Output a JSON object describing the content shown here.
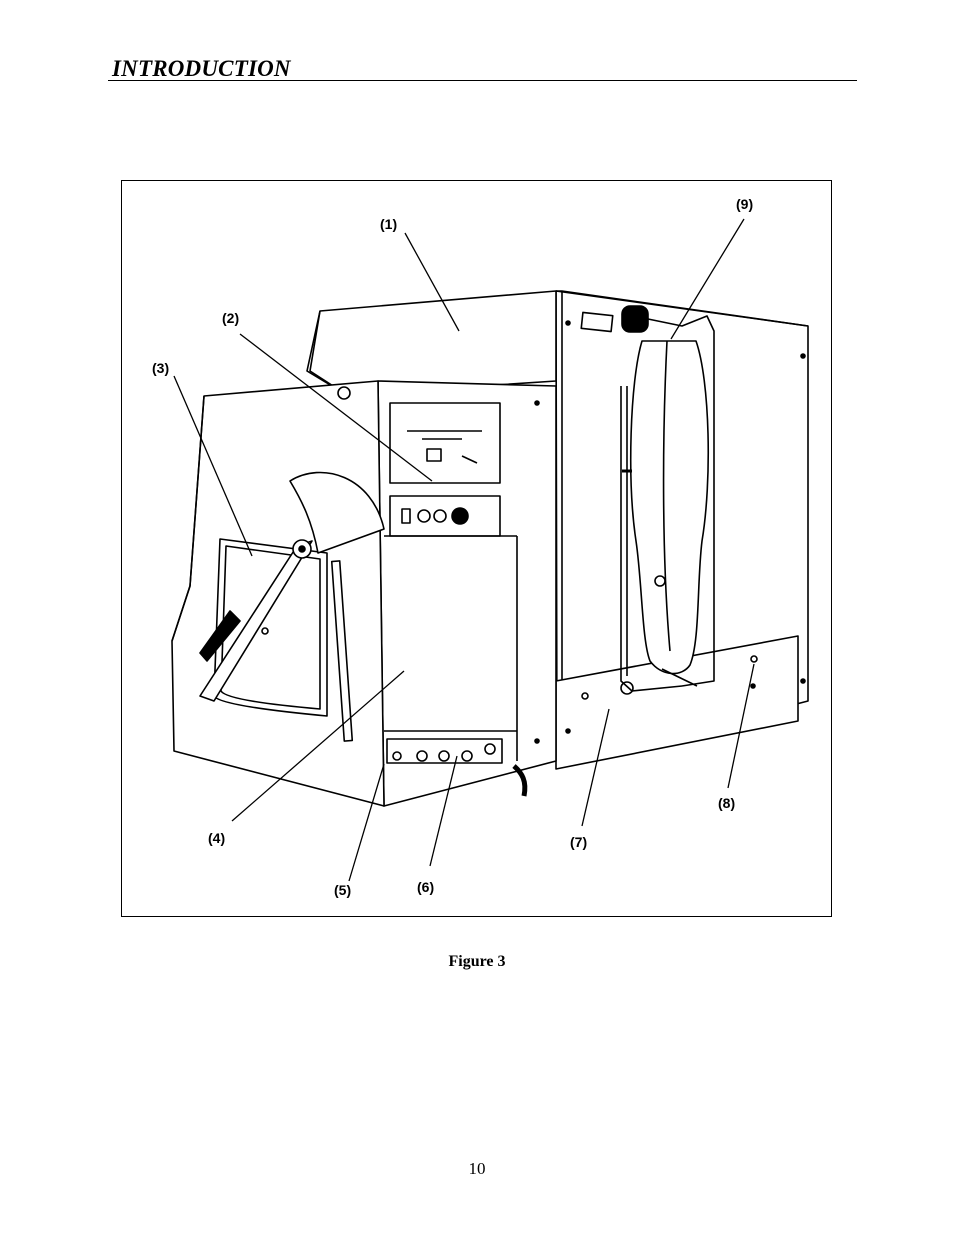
{
  "header": {
    "title": "INTRODUCTION"
  },
  "figure": {
    "callouts": [
      "(1)",
      "(2)",
      "(3)",
      "(4)",
      "(5)",
      "(6)",
      "(7)",
      "(8)",
      "(9)"
    ],
    "caption": "Figure 3"
  },
  "footer": {
    "page_number": "10"
  }
}
